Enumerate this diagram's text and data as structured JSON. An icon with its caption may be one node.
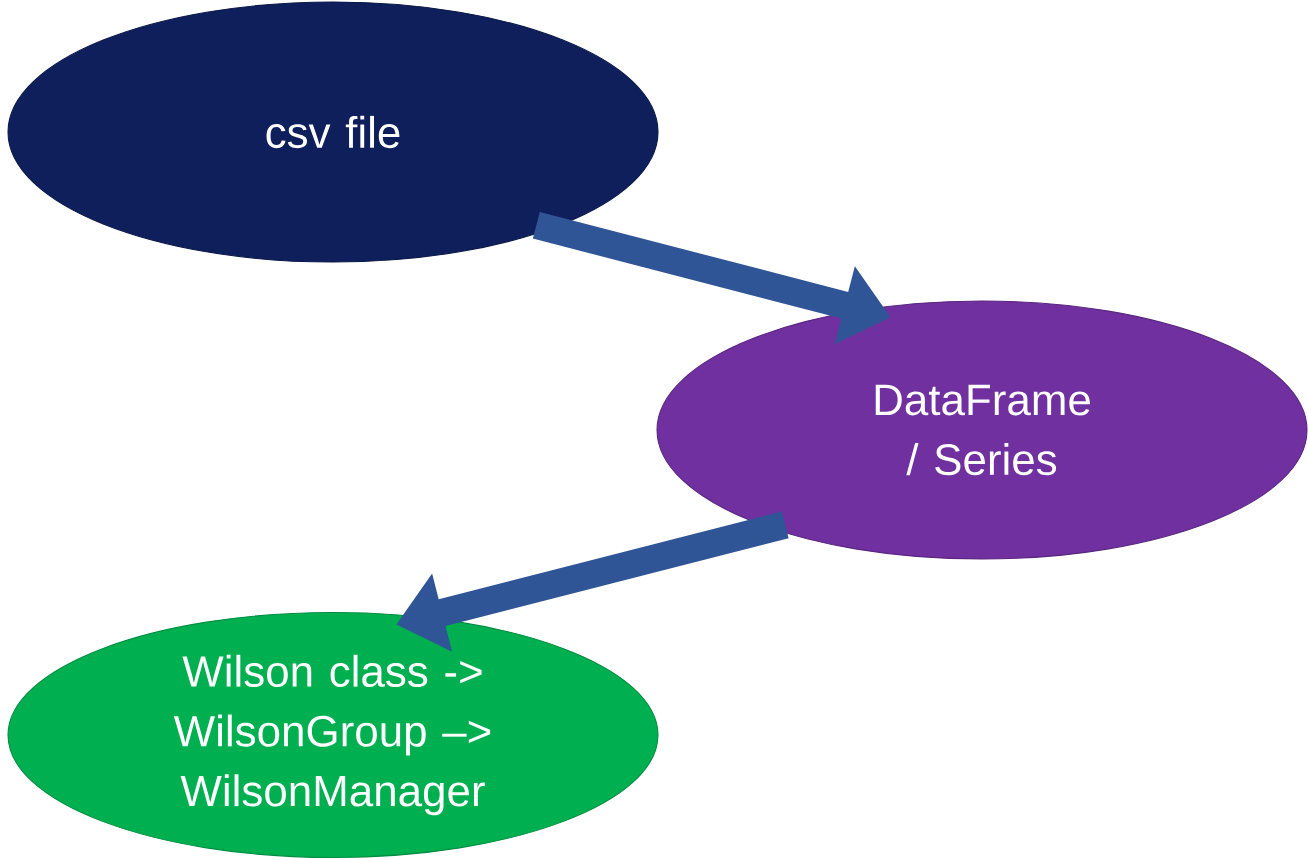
{
  "diagram": {
    "nodes": [
      {
        "text": [
          "csv file"
        ]
      },
      {
        "text": [
          "DataFrame / Series"
        ]
      },
      {
        "text": [
          "Wilson class -> WilsonGroup –> WilsonManager"
        ]
      }
    ],
    "edges": [
      {
        "from": 0,
        "to": 1,
        "arrow": "to"
      },
      {
        "from": 1,
        "to": 2,
        "arrow": "to"
      }
    ]
  }
}
